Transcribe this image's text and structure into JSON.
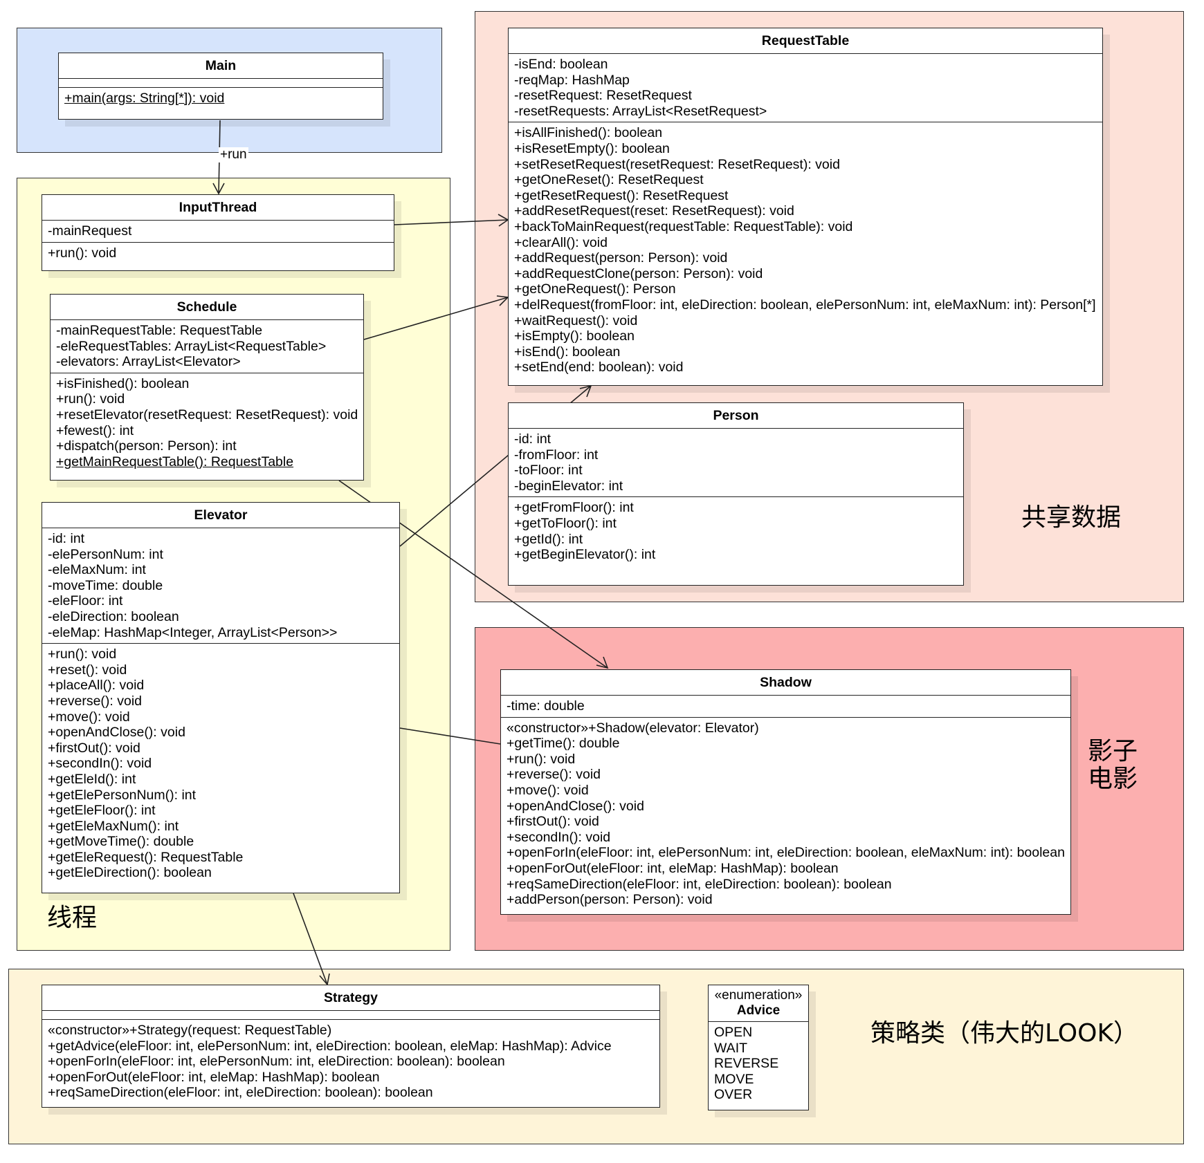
{
  "colors": {
    "main_region": "#d6e4fc",
    "thread_region": "#fffed6",
    "shared_region": "#fde1d8",
    "shadow_region": "#fcafaf",
    "strategy_region": "#fef4d8",
    "line": "#222222"
  },
  "regions": {
    "thread_label": "线程",
    "shared_label": "共享数据",
    "shadow_label_line1": "影子",
    "shadow_label_line2": "电影",
    "strategy_label": "策略类（伟大的LOOK）"
  },
  "edge_labels": {
    "main_to_input": "+run"
  },
  "classes": {
    "main": {
      "name": "Main",
      "attributes": [],
      "operations": [
        "+main(args: String[*]): void"
      ]
    },
    "input_thread": {
      "name": "InputThread",
      "attributes": [
        "-mainRequest"
      ],
      "operations": [
        "+run(): void"
      ]
    },
    "schedule": {
      "name": "Schedule",
      "attributes": [
        "-mainRequestTable: RequestTable",
        "-eleRequestTables: ArrayList<RequestTable>",
        "-elevators: ArrayList<Elevator>"
      ],
      "operations": [
        "+isFinished(): boolean",
        "+run(): void",
        "+resetElevator(resetRequest: ResetRequest): void",
        "+fewest(): int",
        "+dispatch(person: Person): int",
        "+getMainRequestTable(): RequestTable"
      ]
    },
    "elevator": {
      "name": "Elevator",
      "attributes": [
        "-id: int",
        "-elePersonNum: int",
        "-eleMaxNum: int",
        "-moveTime: double",
        "-eleFloor: int",
        "-eleDirection: boolean",
        "-eleMap: HashMap<Integer, ArrayList<Person>>"
      ],
      "operations": [
        "+run(): void",
        "+reset(): void",
        "+placeAll(): void",
        "+reverse(): void",
        "+move(): void",
        "+openAndClose(): void",
        "+firstOut(): void",
        "+secondIn(): void",
        "+getEleId(): int",
        "+getElePersonNum(): int",
        "+getEleFloor(): int",
        "+getEleMaxNum(): int",
        "+getMoveTime(): double",
        "+getEleRequest(): RequestTable",
        "+getEleDirection(): boolean"
      ]
    },
    "request_table": {
      "name": "RequestTable",
      "attributes": [
        "-isEnd: boolean",
        "-reqMap: HashMap",
        "-resetRequest: ResetRequest",
        "-resetRequests: ArrayList<ResetRequest>"
      ],
      "operations": [
        "+isAllFinished(): boolean",
        "+isResetEmpty(): boolean",
        "+setResetRequest(resetRequest: ResetRequest): void",
        "+getOneReset(): ResetRequest",
        "+getResetRequest(): ResetRequest",
        "+addResetRequest(reset: ResetRequest): void",
        "+backToMainRequest(requestTable: RequestTable): void",
        "+clearAll(): void",
        "+addRequest(person: Person): void",
        "+addRequestClone(person: Person): void",
        "+getOneRequest(): Person",
        "+delRequest(fromFloor: int, eleDirection: boolean, elePersonNum: int, eleMaxNum: int): Person[*]",
        "+waitRequest(): void",
        "+isEmpty(): boolean",
        "+isEnd(): boolean",
        "+setEnd(end: boolean): void"
      ]
    },
    "person": {
      "name": "Person",
      "attributes": [
        "-id: int",
        "-fromFloor: int",
        "-toFloor: int",
        "-beginElevator: int"
      ],
      "operations": [
        "+getFromFloor(): int",
        "+getToFloor(): int",
        "+getId(): int",
        "+getBeginElevator(): int"
      ]
    },
    "shadow": {
      "name": "Shadow",
      "attributes": [
        "-time: double"
      ],
      "operations": [
        "«constructor»+Shadow(elevator: Elevator)",
        "+getTime(): double",
        "+run(): void",
        "+reverse(): void",
        "+move(): void",
        "+openAndClose(): void",
        "+firstOut(): void",
        "+secondIn(): void",
        "+openForIn(eleFloor: int, elePersonNum: int, eleDirection: boolean, eleMaxNum: int): boolean",
        "+openForOut(eleFloor: int, eleMap: HashMap): boolean",
        "+reqSameDirection(eleFloor: int, eleDirection: boolean): boolean",
        "+addPerson(person: Person): void"
      ]
    },
    "strategy": {
      "name": "Strategy",
      "attributes": [],
      "operations": [
        "«constructor»+Strategy(request: RequestTable)",
        "+getAdvice(eleFloor: int, elePersonNum: int, eleDirection: boolean, eleMap: HashMap): Advice",
        "+openForIn(eleFloor: int, elePersonNum: int, eleDirection: boolean): boolean",
        "+openForOut(eleFloor: int, eleMap: HashMap): boolean",
        "+reqSameDirection(eleFloor: int, eleDirection: boolean): boolean"
      ]
    },
    "advice": {
      "stereotype": "«enumeration»",
      "name": "Advice",
      "literals": [
        "OPEN",
        "WAIT",
        "REVERSE",
        "MOVE",
        "OVER"
      ]
    }
  }
}
